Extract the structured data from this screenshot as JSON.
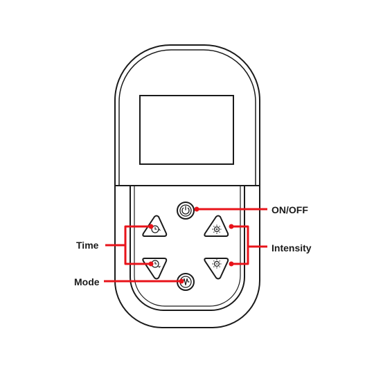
{
  "diagram": {
    "labels": {
      "on_off": "ON/OFF",
      "intensity": "Intensity",
      "time": "Time",
      "mode": "Mode"
    },
    "colors": {
      "outline": "#1a1a1a",
      "callout": "#e8131a",
      "background": "#ffffff"
    },
    "icons": [
      "power-icon",
      "timer-up-icon",
      "timer-down-icon",
      "brightness-up-icon",
      "brightness-down-icon",
      "mode-wave-icon"
    ]
  }
}
